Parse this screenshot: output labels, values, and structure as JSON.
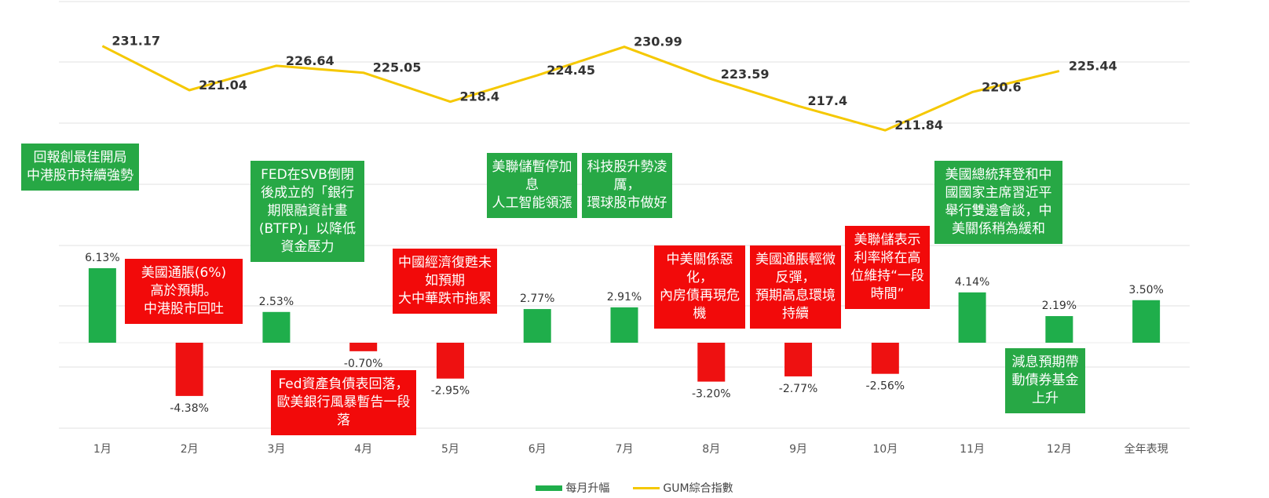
{
  "chart_data": {
    "type": "bar+line",
    "categories": [
      "1月",
      "2月",
      "3月",
      "4月",
      "5月",
      "6月",
      "7月",
      "8月",
      "9月",
      "10月",
      "11月",
      "12月",
      "全年表現"
    ],
    "series": [
      {
        "name": "每月升幅",
        "type": "bar",
        "values": [
          6.13,
          -4.38,
          2.53,
          -0.7,
          -2.95,
          2.77,
          2.91,
          -3.2,
          -2.77,
          -2.56,
          4.14,
          2.19,
          3.5
        ],
        "labels": [
          "6.13%",
          "-4.38%",
          "2.53%",
          "-0.70%",
          "-2.95%",
          "2.77%",
          "2.91%",
          "-3.20%",
          "-2.77%",
          "-2.56%",
          "4.14%",
          "2.19%",
          "3.50%"
        ]
      },
      {
        "name": "GUM綜合指數",
        "type": "line",
        "values": [
          231.17,
          221.04,
          226.64,
          225.05,
          218.4,
          224.45,
          230.99,
          223.59,
          217.4,
          211.84,
          220.6,
          225.44
        ],
        "labels": [
          "231.17",
          "221.04",
          "226.64",
          "225.05",
          "218.4",
          "224.45",
          "230.99",
          "223.59",
          "217.4",
          "211.84",
          "220.6",
          "225.44"
        ]
      }
    ],
    "bar_axis_range": [
      -7,
      10
    ],
    "line_axis_range": [
      175,
      245
    ],
    "grid": true,
    "legend_position": "bottom-center"
  },
  "colors": {
    "positive": "#1fae4b",
    "negative": "#ee1111",
    "line": "#f5c800",
    "grid": "#e2e2e2"
  },
  "annotations": [
    {
      "text": "回報創最佳開局\n中港股市持續強勢",
      "color": "green"
    },
    {
      "text": "美國通脹(6%)\n高於預期。\n中港股市回吐",
      "color": "red"
    },
    {
      "text": "FED在SVB倒閉後成立的「銀行期限融資計畫(BTFP)」以降低資金壓力",
      "color": "green"
    },
    {
      "text": "Fed資產負債表回落，歐美銀行風暴暫告一段落",
      "color": "red"
    },
    {
      "text": "中國經濟復甦未如預期\n大中華跌市拖累",
      "color": "red"
    },
    {
      "text": "美聯儲暫停加息\n人工智能領漲",
      "color": "green"
    },
    {
      "text": "科技股升勢凌厲，\n環球股市做好",
      "color": "green"
    },
    {
      "text": "中美關係惡化，\n內房債再現危機",
      "color": "red"
    },
    {
      "text": "美國通脹輕微反彈，\n預期高息環境持續",
      "color": "red"
    },
    {
      "text": "美聯儲表示利率將在高位維持“一段時間”",
      "color": "red"
    },
    {
      "text": "美國總統拜登和中國國家主席習近平舉行雙邊會談，中美關係稍為緩和",
      "color": "green"
    },
    {
      "text": "減息預期帶動債券基金上升",
      "color": "green"
    }
  ],
  "legend": [
    {
      "label": "每月升幅",
      "kind": "bar"
    },
    {
      "label": "GUM綜合指數",
      "kind": "line"
    }
  ]
}
